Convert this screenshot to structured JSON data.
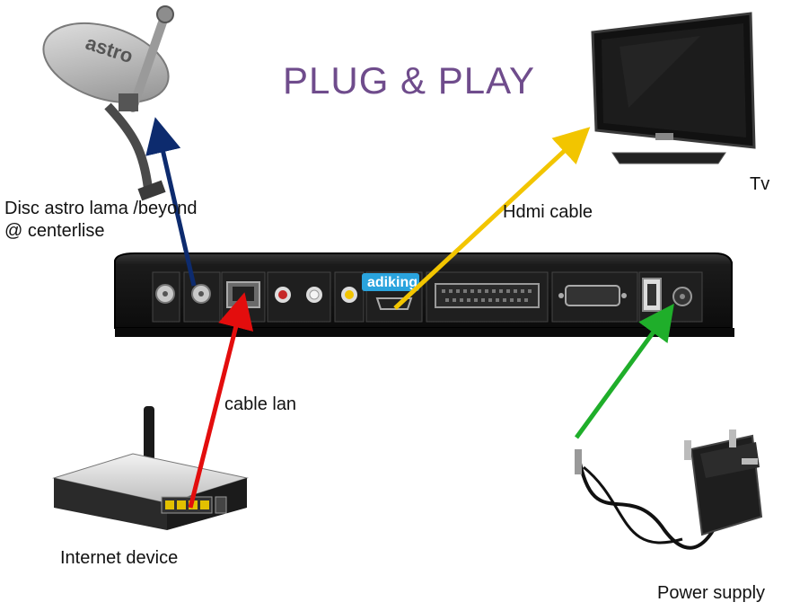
{
  "title": "PLUG & PLAY",
  "labels": {
    "dish": "Disc astro lama /beyond\n@ centerlise",
    "tv": "Tv",
    "hdmi": "Hdmi cable",
    "lan": "cable lan",
    "internet": "Internet device",
    "power": "Power supply"
  },
  "dish_brand": "astro",
  "receiver_brand": "adiking",
  "colors": {
    "title": "#6f4c8c",
    "satellite_arrow": "#0d2b6e",
    "hdmi_arrow": "#f2c500",
    "lan_arrow": "#e30d0d",
    "power_arrow": "#1fae2a",
    "brand_tag": "#2aa3dd"
  }
}
